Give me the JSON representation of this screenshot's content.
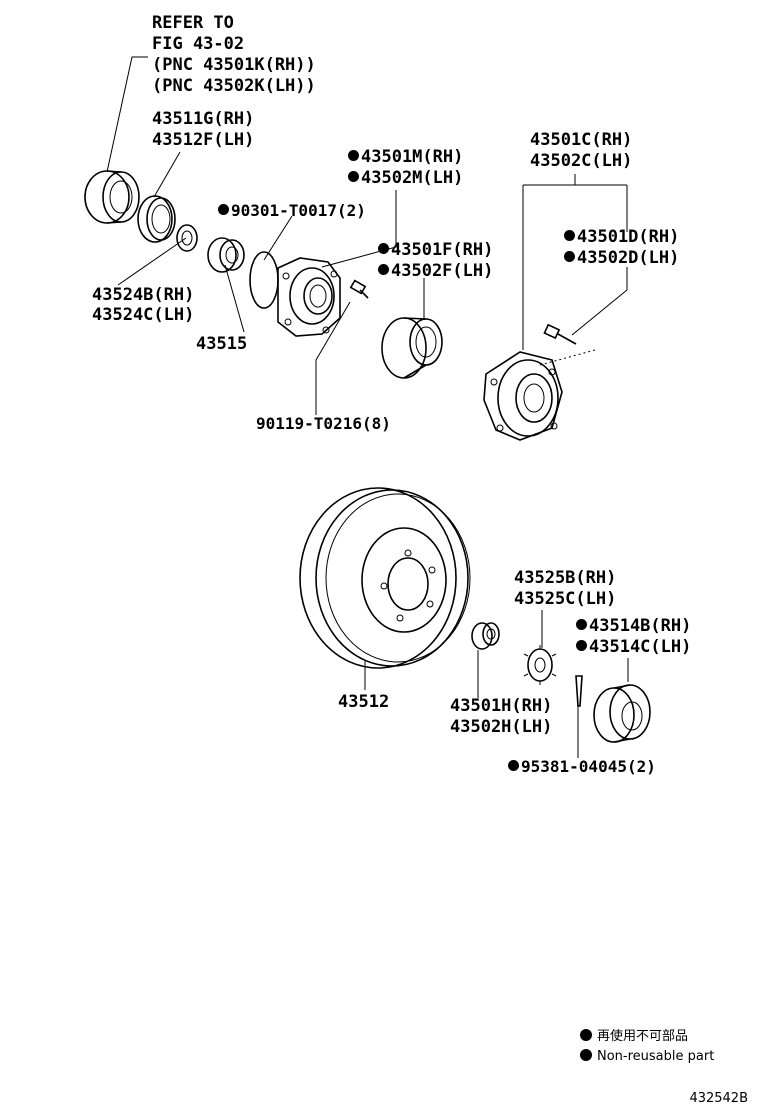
{
  "refer": {
    "line1": "REFER TO",
    "line2": "FIG 43-02",
    "line3": "(PNC 43501K(RH))",
    "line4": "(PNC 43502K(LH))"
  },
  "parts": {
    "p43511g": "43511G(RH)",
    "p43512f": "43512F(LH)",
    "p43501m": "43501M(RH)",
    "p43502m": "43502M(LH)",
    "p90301": "90301-T0017(2)",
    "p43501c": "43501C(RH)",
    "p43502c": "43502C(LH)",
    "p43501f": "43501F(RH)",
    "p43502f": "43502F(LH)",
    "p43501d": "43501D(RH)",
    "p43502d": "43502D(LH)",
    "p43524b": "43524B(RH)",
    "p43524c": "43524C(LH)",
    "p43515": "43515",
    "p90119": "90119-T0216(8)",
    "p43525b": "43525B(RH)",
    "p43525c": "43525C(LH)",
    "p43514b": "43514B(RH)",
    "p43514c": "43514C(LH)",
    "p43512": "43512",
    "p43501h": "43501H(RH)",
    "p43502h": "43502H(LH)",
    "p95381": "95381-04045(2)"
  },
  "legend": {
    "jp": "再使用不可部品",
    "en": "Non-reusable part"
  },
  "figure_number": "432542B",
  "icons": {
    "non_reusable_marker": "filled-circle"
  }
}
